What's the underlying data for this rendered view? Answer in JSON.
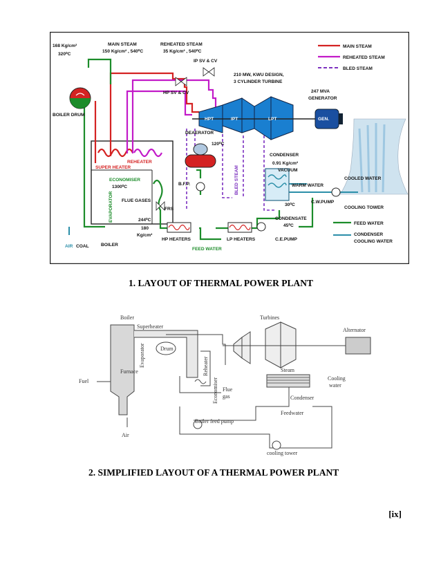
{
  "diagram1": {
    "title_labels": {
      "boiler_drum_pressure": "168 Kg/cm²",
      "boiler_drum_temp": "320⁰C",
      "boiler_drum": "BOILER DRUM",
      "main_steam": "MAIN STEAM",
      "main_steam_value": "150 Kg/cm² , 540⁰C",
      "reheated_steam": "REHEATED STEAM",
      "reheated_steam_value": "35 Kg/cm² , 540⁰C",
      "ip_sv_cv": "IP SV & CV",
      "hp_sv_cv": "HP SV & CV",
      "turbine_design_1": "210 MW, KWU DESIGN,",
      "turbine_design_2": "3 CYLINDER TURBINE",
      "generator_mva": "247 MVA",
      "generator_label": "GENERATOR",
      "hpt": "HPT",
      "ipt": "IPT",
      "lpt": "LPT",
      "gen": "GEN.",
      "deaerator": "DEAERATOR",
      "deaerator_temp": "120⁰C",
      "super_heater": "SUPER HEATER",
      "reheater": "REHEATER",
      "economiser": "ECONOMISER",
      "furnace_temp": "1300⁰C",
      "evaporator": "EVAPORATOR",
      "flue_gases": "FLUE GASES",
      "frs": "FRS",
      "bfp": "B.F.P.",
      "bled_steam_vertical": "BLED STEAM",
      "condenser": "CONDENSER",
      "condenser_vacuum_1": "0.91 Kg/cm²",
      "condenser_vacuum_2": "VACUUM",
      "warm_water": "WARM WATER",
      "cooled_water": "COOLED WATER",
      "cooling_tower": "COOLING TOWER",
      "cw_pump": "C.W.PUMP",
      "cw_temp": "30⁰C",
      "condensate": "CONDENSATE",
      "condensate_temp": "45⁰C",
      "hp_heaters": "HP HEATERS",
      "lp_heaters": "LP HEATERS",
      "feed_water": "FEED WATER",
      "ce_pump": "C.E.PUMP",
      "air": "AIR",
      "coal": "COAL",
      "boiler": "BOILER",
      "fw_temp": "244⁰C",
      "fw_pressure_1": "180",
      "fw_pressure_2": "Kg/cm²"
    },
    "legend": [
      {
        "label": "MAIN STEAM",
        "color": "#d42222",
        "dashed": false
      },
      {
        "label": "REHEATED STEAM",
        "color": "#c21ac8",
        "dashed": false
      },
      {
        "label": "BLED STEAM",
        "color": "#7b2fbf",
        "dashed": true
      },
      {
        "label": "FEED WATER",
        "color": "#1c8c2a",
        "dashed": false
      },
      {
        "label": "CONDENSER",
        "color": "#2a8ea8",
        "dashed": false,
        "label2": "COOLING WATER"
      }
    ]
  },
  "diagram2": {
    "labels": {
      "boiler": "Boiler",
      "superheater": "Superheater",
      "drum": "Drum",
      "evaporator": "Evaporator",
      "furnace": "Furnace",
      "fuel": "Fuel",
      "air": "Air",
      "reheater": "Reheater",
      "economiser": "Economiser",
      "flue_gas_1": "Flue",
      "flue_gas_2": "gas",
      "turbines": "Turbines",
      "alternator": "Alternator",
      "steam": "Steam",
      "cooling_water_1": "Cooling",
      "cooling_water_2": "water",
      "condenser": "Condenser",
      "feedwater": "Feedwater",
      "boiler_feed_pump": "Boiler feed pump",
      "cooling_tower": "cooling tower"
    }
  },
  "captions": {
    "caption1": "1. LAYOUT OF THERMAL POWER PLANT",
    "caption2": "2. SIMPLIFIED LAYOUT OF A THERMAL POWER PLANT",
    "page_number": "[ix]"
  }
}
